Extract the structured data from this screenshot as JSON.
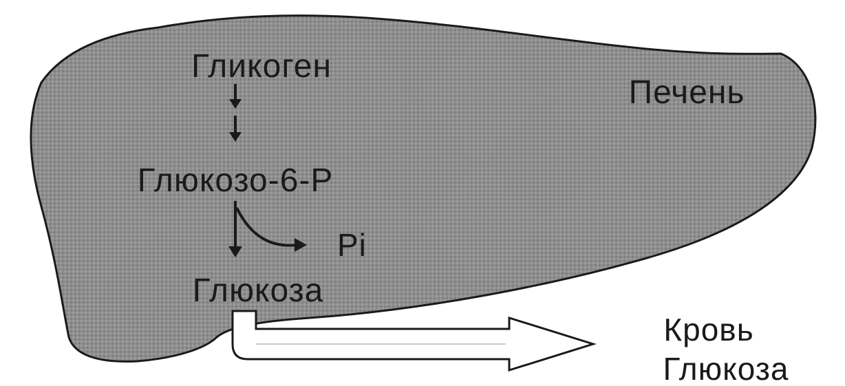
{
  "diagram": {
    "labels": {
      "liver": "Печень",
      "glycogen": "Гликоген",
      "g6p": "Глюкозо-6-Р",
      "pi": "Pi",
      "glucose_liver": "Глюкоза",
      "blood": "Кровь",
      "glucose_blood": "Глюкоза"
    },
    "colors": {
      "liver_fill": "#8c8c8c",
      "outline": "#1a1a1a",
      "text": "#1a1a1a",
      "background": "#ffffff",
      "export_arrow_fill": "#ffffff"
    }
  }
}
